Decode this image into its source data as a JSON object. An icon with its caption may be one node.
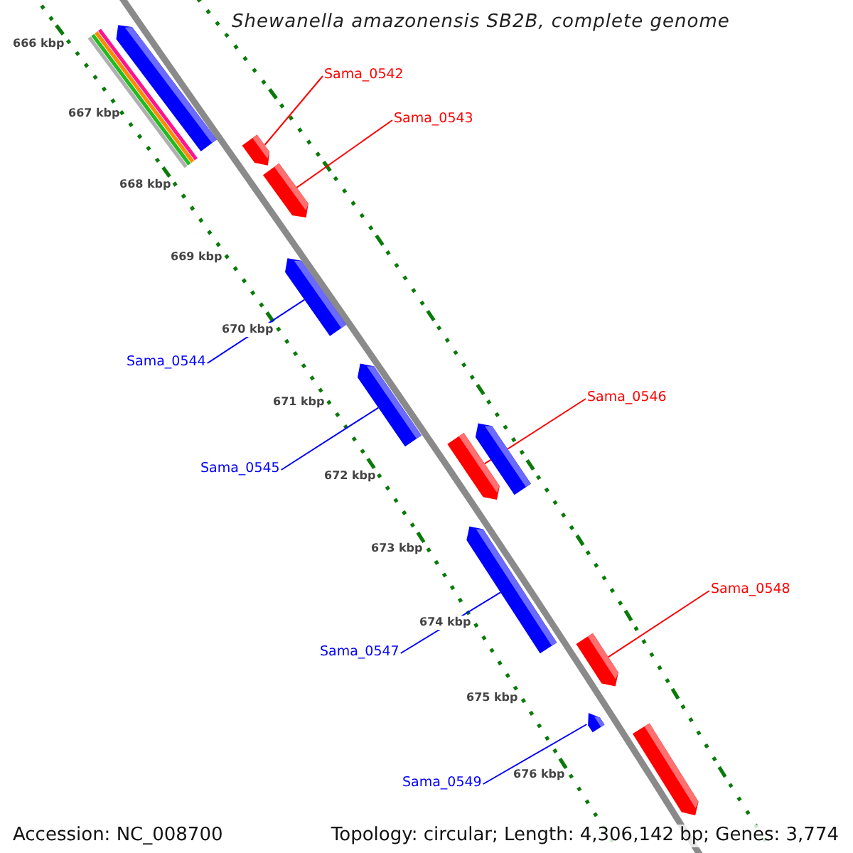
{
  "diagram": {
    "title": "Shewanella amazonensis SB2B, complete genome",
    "nodes": [
      {
        "text": [
          "Sama_0542"
        ]
      },
      {
        "text": [
          "Sama_0543"
        ]
      },
      {
        "text": [
          "Sama_0544"
        ]
      },
      {
        "text": [
          "Sama_0545"
        ]
      },
      {
        "text": [
          "Sama_0546"
        ]
      },
      {
        "text": [
          "Sama_0547"
        ]
      },
      {
        "text": [
          "Sama_0548"
        ]
      },
      {
        "text": [
          "Sama_0549"
        ]
      },
      {
        "text": [],
        "shape": "arrow"
      },
      {
        "text": [],
        "shape": "arrow"
      },
      {
        "text": [],
        "shape": "arrow"
      },
      {
        "text": [],
        "shape": "arrow"
      },
      {
        "text": [],
        "shape": "arrow"
      },
      {
        "text": [],
        "shape": "arrow"
      },
      {
        "text": [],
        "shape": "arrow"
      },
      {
        "text": [],
        "shape": "arrow"
      },
      {
        "text": [],
        "shape": "arrow"
      },
      {
        "text": [],
        "shape": "arrow"
      },
      {
        "text": [],
        "shape": "arrow"
      }
    ],
    "edges": [
      {
        "from": 0,
        "to": 9,
        "arrow": "none",
        "color": "#ff0000"
      },
      {
        "from": 1,
        "to": 10,
        "arrow": "none",
        "color": "#ff0000"
      },
      {
        "from": 2,
        "to": 11,
        "arrow": "none",
        "color": "#0000ff"
      },
      {
        "from": 3,
        "to": 12,
        "arrow": "none",
        "color": "#0000ff"
      },
      {
        "from": 4,
        "to": 14,
        "arrow": "none",
        "color": "#ff0000"
      },
      {
        "from": 5,
        "to": 15,
        "arrow": "none",
        "color": "#0000ff"
      },
      {
        "from": 6,
        "to": 16,
        "arrow": "none",
        "color": "#ff0000"
      },
      {
        "from": 7,
        "to": 17,
        "arrow": "none",
        "color": "#0000ff"
      }
    ],
    "labels": [
      "666 kbp",
      "667 kbp",
      "668 kbp",
      "669 kbp",
      "670 kbp",
      "671 kbp",
      "672 kbp",
      "673 kbp",
      "674 kbp",
      "675 kbp",
      "676 kbp",
      "Accession: NC_008700",
      "Topology: circular; Length: 4,306,142 bp; Genes: 3,774"
    ]
  }
}
